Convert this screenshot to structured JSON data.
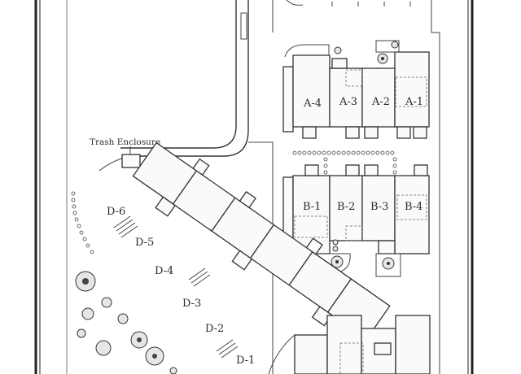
{
  "labels": {
    "trash": "Trash Enclosure",
    "units_a": [
      "A-4",
      "A-3",
      "A-2",
      "A-1"
    ],
    "units_b": [
      "B-1",
      "B-2",
      "B-3",
      "B-4"
    ],
    "units_d": [
      "D-6",
      "D-5",
      "D-4",
      "D-3",
      "D-2",
      "D-1"
    ]
  }
}
